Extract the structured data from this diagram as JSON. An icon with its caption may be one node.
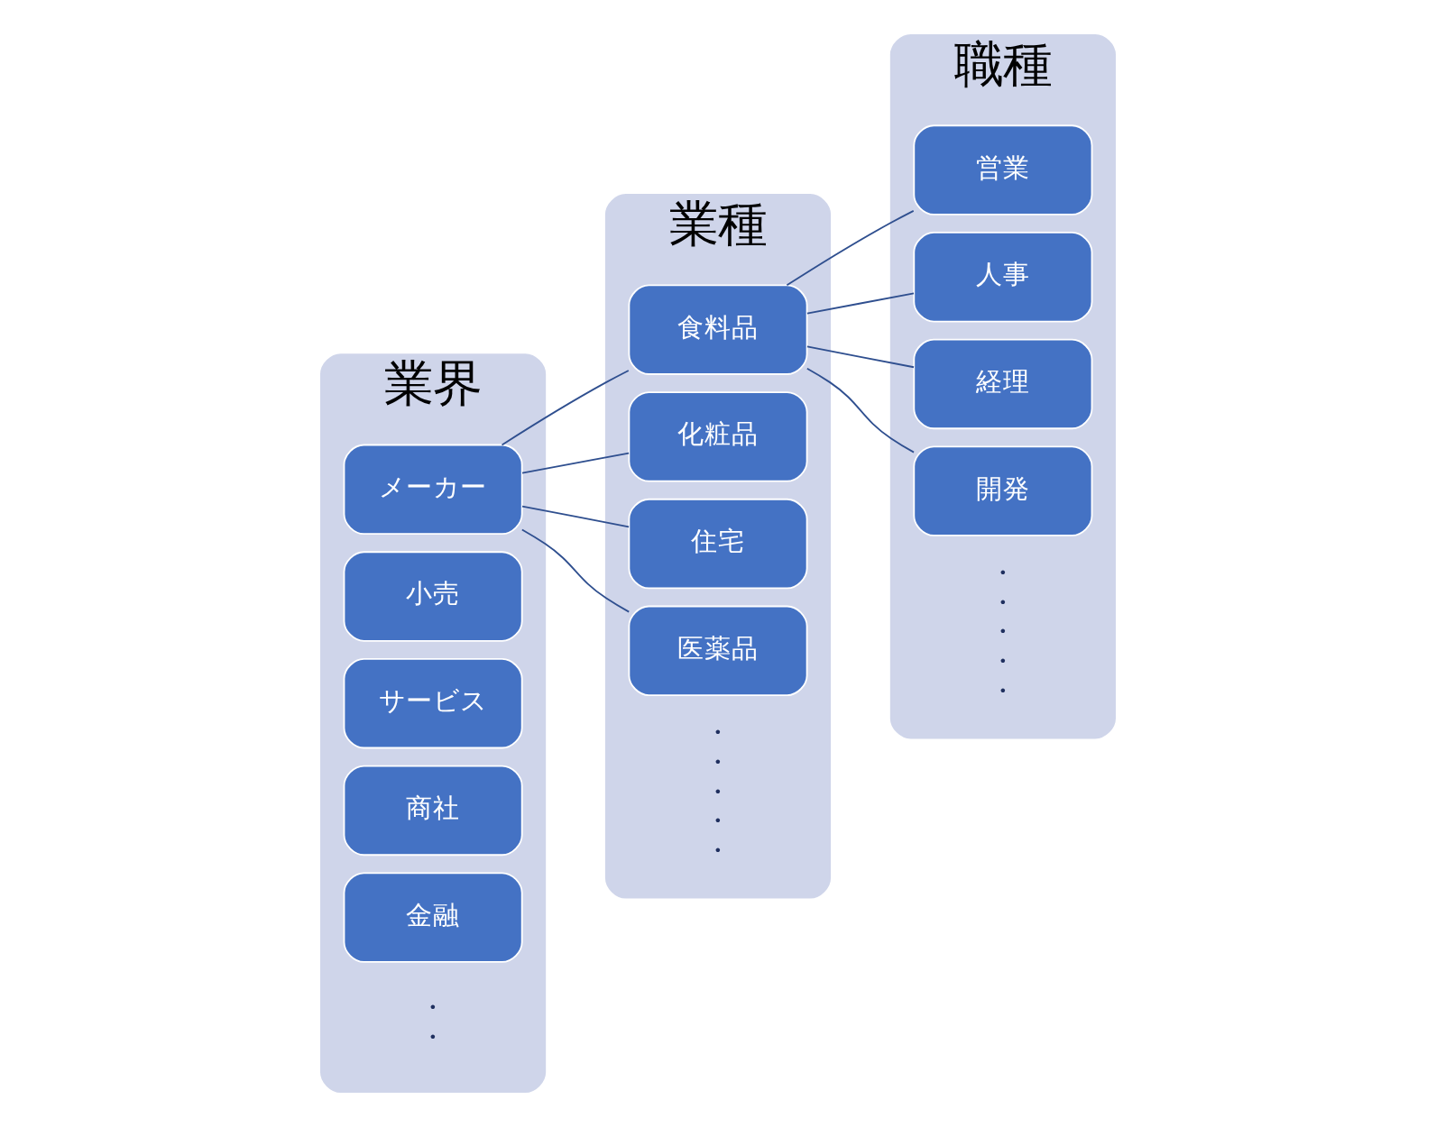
{
  "diagram": {
    "nodes": [
      {
        "text": [
          "業界"
        ]
      },
      {
        "text": [
          "メーカー"
        ],
        "in": 0
      },
      {
        "text": [
          "小売"
        ],
        "in": 0
      },
      {
        "text": [
          "サービス"
        ],
        "in": 0
      },
      {
        "text": [
          "商社"
        ],
        "in": 0
      },
      {
        "text": [
          "金融"
        ],
        "in": 0
      },
      {
        "text": [
          "業種"
        ]
      },
      {
        "text": [
          "食料品"
        ],
        "in": 6
      },
      {
        "text": [
          "化粧品"
        ],
        "in": 6
      },
      {
        "text": [
          "住宅"
        ],
        "in": 6
      },
      {
        "text": [
          "医薬品"
        ],
        "in": 6
      },
      {
        "text": [
          "職種"
        ]
      },
      {
        "text": [
          "営業"
        ],
        "in": 11
      },
      {
        "text": [
          "人事"
        ],
        "in": 11
      },
      {
        "text": [
          "経理"
        ],
        "in": 11
      },
      {
        "text": [
          "開発"
        ],
        "in": 11
      }
    ],
    "edges": [
      {
        "from": 1,
        "to": 7,
        "arrow": "none"
      },
      {
        "from": 1,
        "to": 8,
        "arrow": "none"
      },
      {
        "from": 1,
        "to": 9,
        "arrow": "none"
      },
      {
        "from": 1,
        "to": 10,
        "arrow": "none"
      },
      {
        "from": 7,
        "to": 12,
        "arrow": "none"
      },
      {
        "from": 7,
        "to": 13,
        "arrow": "none"
      },
      {
        "from": 7,
        "to": 14,
        "arrow": "none"
      },
      {
        "from": 7,
        "to": 15,
        "arrow": "none"
      }
    ],
    "labels": [
      "・・",
      "・・・・・",
      "・・・・・"
    ]
  }
}
